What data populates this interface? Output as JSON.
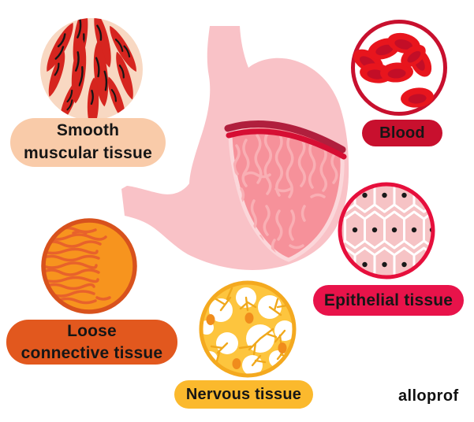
{
  "logo": {
    "text": "alloprof"
  },
  "illustration": {
    "name": "stomach-cross-section",
    "outer_color": "#F9C2C7",
    "lining_color": "#F6919A",
    "lining_fold_color": "#F9AFB4",
    "cut_edge_dark": "#B01F3D",
    "cut_edge_bright": "#D60E33"
  },
  "tissues": {
    "smooth": {
      "line1": "Smooth",
      "line2": "muscular tissue",
      "pill_color": "#F9CBA9",
      "circle_fill": "#F8D8C2",
      "fiber_color": "#D6251F"
    },
    "blood": {
      "label": "Blood",
      "pill_color": "#C8102E",
      "circle_border": "#C8102E",
      "cell_color": "#E8151D",
      "cell_center_color": "#C30E27"
    },
    "epithelial": {
      "label": "Epithelial tissue",
      "pill_color": "#E8134A",
      "circle_fill": "#F6C3C5",
      "circle_border": "#E60F3C",
      "cell_wall_color": "#FFFFFF",
      "nucleus_color": "#1A1A1A"
    },
    "loose": {
      "line1": "Loose",
      "line2": "connective tissue",
      "pill_color": "#E2581E",
      "circle_fill": "#F7941E",
      "circle_border": "#D8521D",
      "fiber_color": "#E8622B"
    },
    "nervous": {
      "label": "Nervous tissue",
      "pill_color": "#FBB92D",
      "circle_fill": "#FDC53E",
      "circle_border": "#F4A91F",
      "branch_color": "#F0A81C",
      "nucleus_color": "#F08C1C"
    }
  }
}
